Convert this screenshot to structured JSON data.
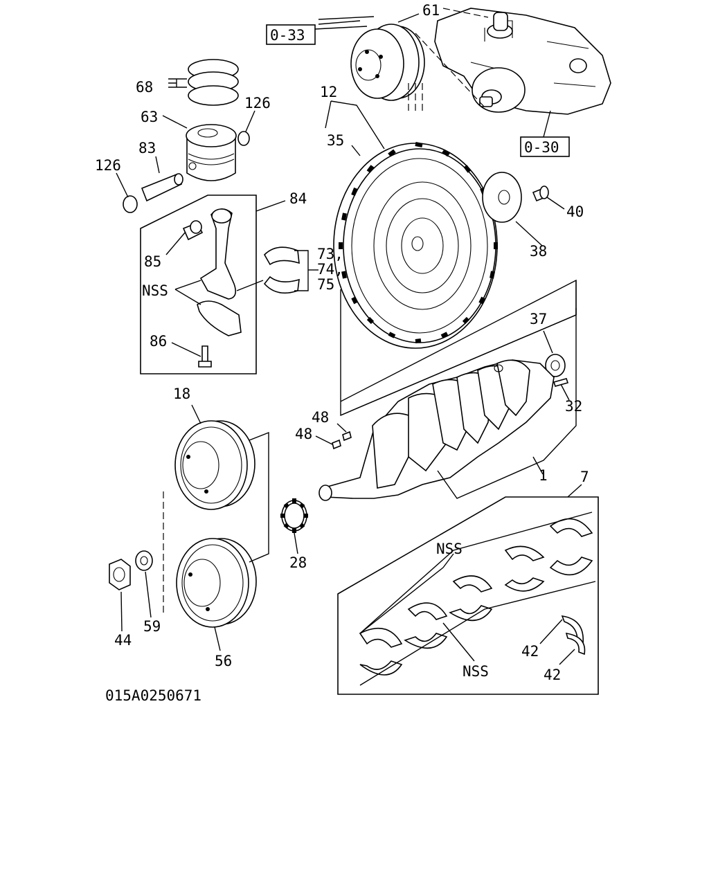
{
  "diagram_id": "015A0250671",
  "references": [
    "0-33",
    "0-30"
  ],
  "callouts": {
    "c61": "61",
    "c68": "68",
    "c63": "63",
    "c126a": "126",
    "c126b": "126",
    "c83": "83",
    "c84": "84",
    "c85": "85",
    "c86": "86",
    "c12": "12",
    "c35": "35",
    "c73": "73,",
    "c74": "74,",
    "c75": "75",
    "c38": "38",
    "c40": "40",
    "c37": "37",
    "c32": "32",
    "c18": "18",
    "c48a": "48",
    "c48b": "48",
    "c1": "1",
    "c7": "7",
    "c28": "28",
    "c44": "44",
    "c59": "59",
    "c56": "56",
    "c42a": "42",
    "c42b": "42"
  },
  "nss_labels": [
    "NSS",
    "NSS",
    "NSS"
  ]
}
